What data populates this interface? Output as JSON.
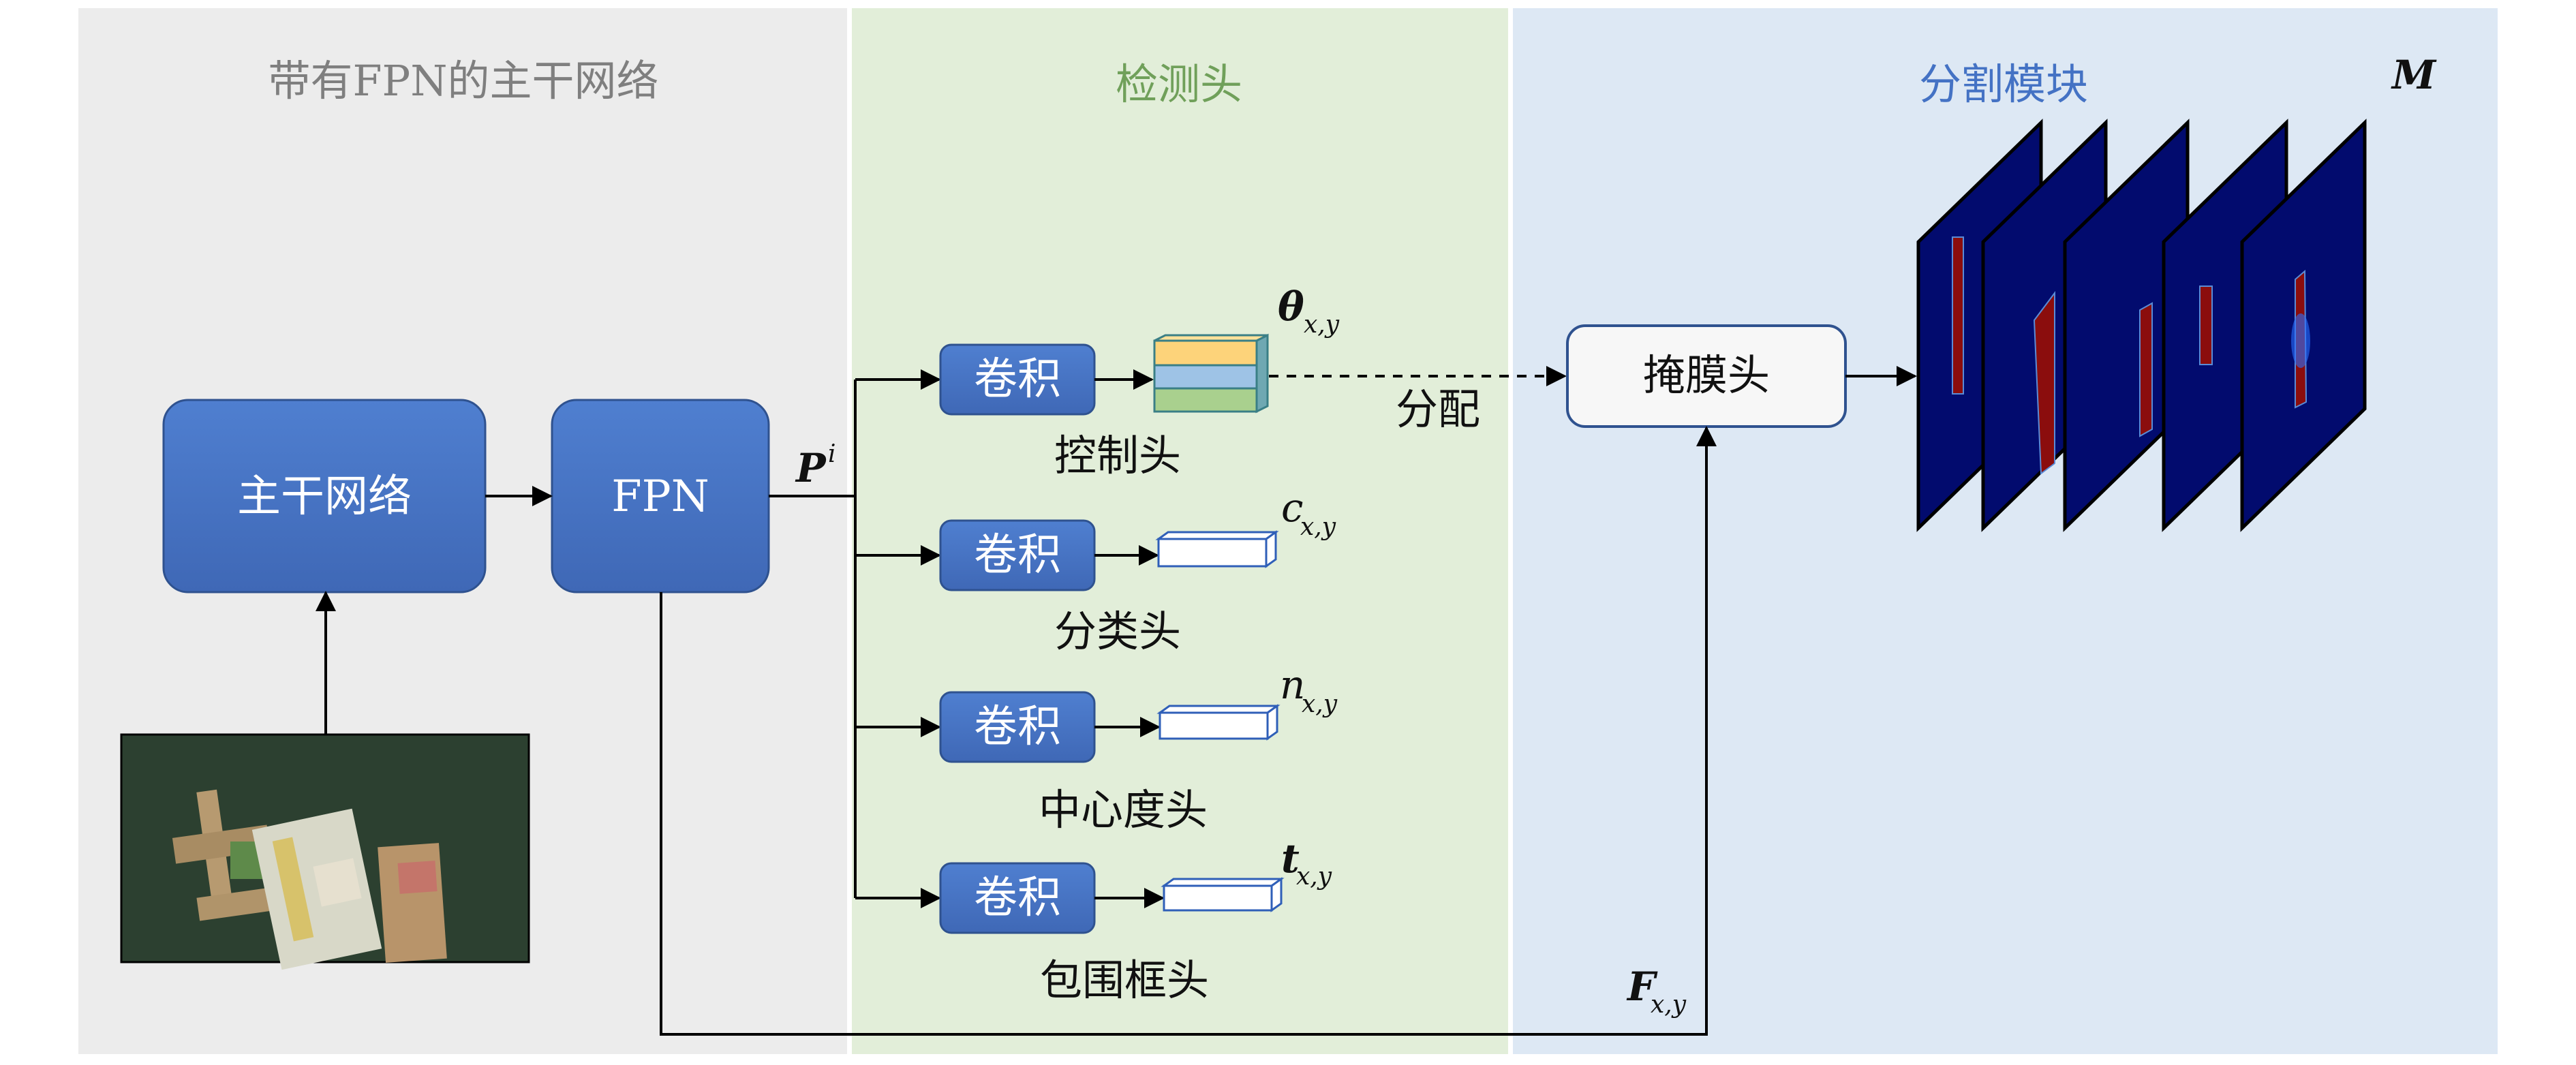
{
  "panels": {
    "backbone_title": "带有FPN的主干网络",
    "detection_title": "检测头",
    "segmentation_title": "分割模块"
  },
  "blocks": {
    "backbone": "主干网络",
    "fpn": "FPN",
    "conv": "卷积",
    "mask_head": "掩膜头"
  },
  "heads": [
    {
      "label": "控制头",
      "output_symbol": "θ",
      "output_sub": "x,y",
      "bold": true
    },
    {
      "label": "分类头",
      "output_symbol": "c",
      "output_sub": "x,y",
      "bold": false
    },
    {
      "label": "中心度头",
      "output_symbol": "n",
      "output_sub": "x,y",
      "bold": false
    },
    {
      "label": "包围框头",
      "output_symbol": "t",
      "output_sub": "x,y",
      "bold": true
    }
  ],
  "labels": {
    "assign": "分配",
    "pyramid_symbol": "P",
    "pyramid_sup": "i",
    "feature_symbol": "F",
    "feature_sub": "x,y",
    "masks_symbol": "M"
  },
  "colors": {
    "backbone_panel": "#ececec",
    "detection_panel": "#e2eed9",
    "segmentation_panel": "#dde8f4",
    "block_fill": "#4472c4",
    "block_stroke": "#2f528f",
    "backbone_title_color": "#7f7f7f",
    "detection_title_color": "#70a05a",
    "segmentation_title_color": "#4472c4",
    "mask_background": "#020b6e",
    "mask_object": "#8b0d0d"
  }
}
